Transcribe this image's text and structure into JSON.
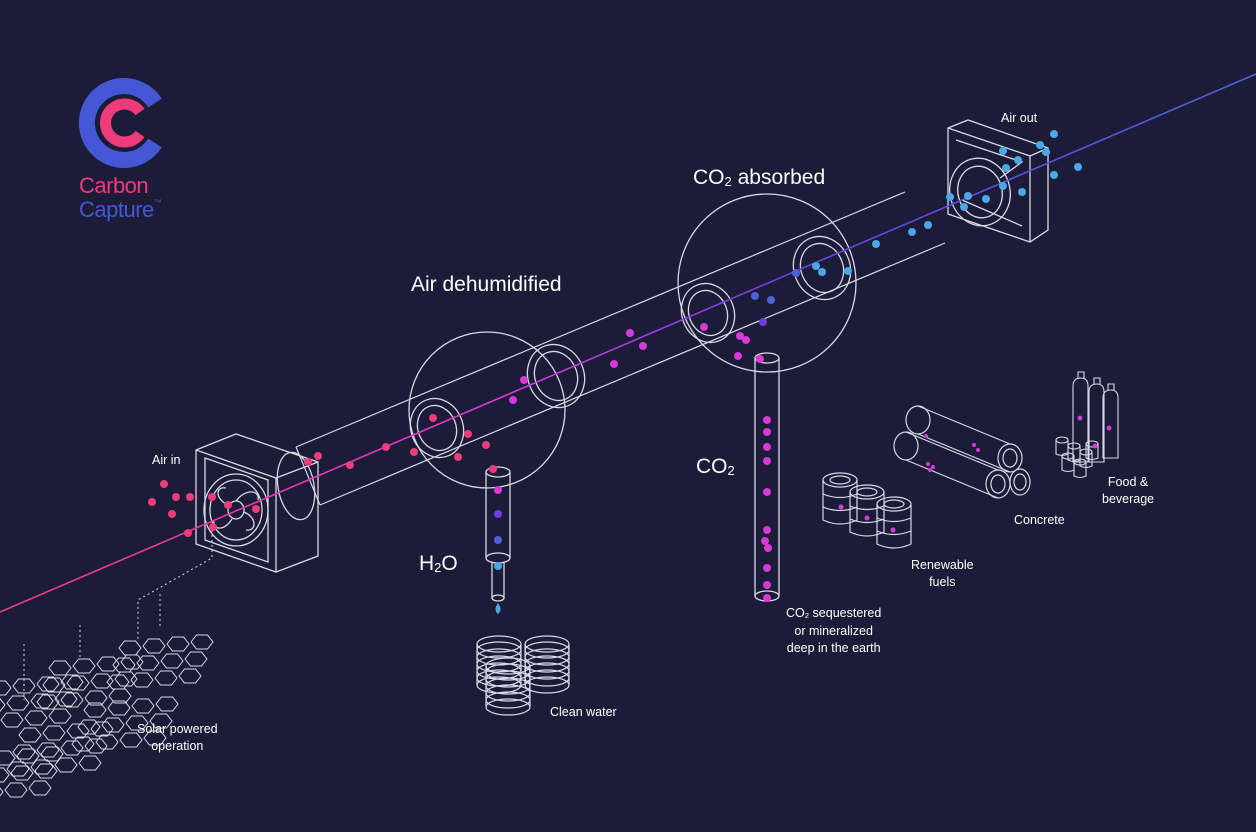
{
  "brand": {
    "name_line1": "Carbon",
    "name_line2": "Capture",
    "trademark": "™",
    "colors": {
      "pink": "#ee3c7a",
      "blue": "#4458d6"
    }
  },
  "labels": {
    "air_in": "Air in",
    "air_dehumidified": "Air dehumidified",
    "co2_absorbed_prefix": "CO",
    "co2_absorbed_sub": "2",
    "co2_absorbed_suffix": " absorbed",
    "air_out": "Air out",
    "h2o_prefix": "H",
    "h2o_sub": "2",
    "h2o_suffix": "O",
    "co2_prefix": "CO",
    "co2_sub": "2",
    "co2_seq_prefix": "CO",
    "co2_seq_sub": "2",
    "co2_seq_line1_rest": " sequestered",
    "co2_seq_line2": "or mineralized",
    "co2_seq_line3": "deep in the earth",
    "clean_water": "Clean water",
    "solar_line1": "Solar powered",
    "solar_line2": "operation",
    "renewable_line1": "Renewable",
    "renewable_line2": "fuels",
    "concrete": "Concrete",
    "food_line1": "Food &",
    "food_line2": "beverage"
  },
  "colors": {
    "background": "#1c1c38",
    "line": "#d8d8e6",
    "pink": "#ee3c7a",
    "magenta": "#d63ad8",
    "violet": "#6d3fe0",
    "blue": "#4a63d8",
    "light_blue": "#4aa8e8"
  }
}
